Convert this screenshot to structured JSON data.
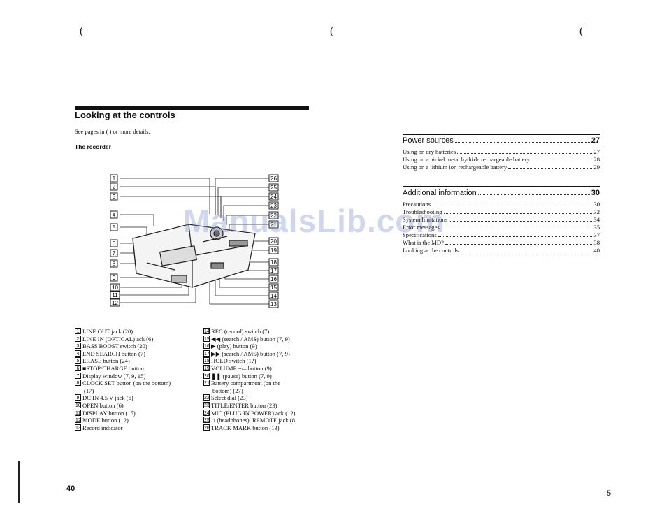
{
  "left_page": {
    "heading": "Looking at the controls",
    "intro": "See pages in ( ) or more details.",
    "subheading": "The recorder",
    "left_callouts": [
      "1",
      "2",
      "3",
      "4",
      "5",
      "6",
      "7",
      "8",
      "9",
      "10",
      "11",
      "12"
    ],
    "right_callouts": [
      "26",
      "25",
      "24",
      "23",
      "22",
      "21",
      "20",
      "19",
      "18",
      "17",
      "16",
      "15",
      "14",
      "13"
    ],
    "legend_col1": [
      {
        "n": "1",
        "text": "LINE OUT jack (20)"
      },
      {
        "n": "2",
        "text": "LINE IN (OPTICAL) ack (6)"
      },
      {
        "n": "3",
        "text": "BASS BOOST switch (20)"
      },
      {
        "n": "4",
        "text": "END SEARCH button (7)"
      },
      {
        "n": "5",
        "text": "ERASE button (24)"
      },
      {
        "n": "6",
        "text": "■STOP/CHARGE button"
      },
      {
        "n": "7",
        "text": "Display window (7, 9, 15)"
      },
      {
        "n": "8",
        "text": "CLOCK SET button (on the bottom)"
      },
      {
        "n": "",
        "text": "(17)"
      },
      {
        "n": "9",
        "text": "DC IN 4.5 V jack (6)"
      },
      {
        "n": "10",
        "text": "OPEN button (6)"
      },
      {
        "n": "11",
        "text": "DISPLAY button (15)"
      },
      {
        "n": "12",
        "text": "MODE button (12)"
      },
      {
        "n": "13",
        "text": "Record indicator"
      }
    ],
    "legend_col2": [
      {
        "n": "14",
        "text": "REC (record) switch (7)"
      },
      {
        "n": "15",
        "text": "◀◀ (search / AMS) button (7, 9)"
      },
      {
        "n": "16",
        "text": "▶ (play) button (9)"
      },
      {
        "n": "17",
        "text": "▶▶ (search / AMS) button (7, 9)"
      },
      {
        "n": "18",
        "text": "HOLD switch (1?)"
      },
      {
        "n": "19",
        "text": "VOLUME +/– button (9)"
      },
      {
        "n": "20",
        "text": "❚❚ (pause) button (7, 9)"
      },
      {
        "n": "21",
        "text": "Battery compartment (on the"
      },
      {
        "n": "",
        "text": "bottom) (27)"
      },
      {
        "n": "22",
        "text": "Select dial (23)"
      },
      {
        "n": "23",
        "text": "TITLE/ENTER button (23)"
      },
      {
        "n": "24",
        "text": "MIC (PLUG IN POWER) ack (12)"
      },
      {
        "n": "25",
        "text": "∩ (headphones), REMOTE jack (8"
      },
      {
        "n": "26",
        "text": "TRACK MARK button (13)"
      }
    ],
    "page_number": "40"
  },
  "right_page": {
    "sections": [
      {
        "title": "Power sources",
        "page": "27",
        "rows": [
          {
            "text": "Using on dry batteries",
            "page": "27"
          },
          {
            "text": "Using on a nickel metal hydride rechargeable battery",
            "page": "28"
          },
          {
            "text": "Using on a lithium ion rechargeable battery",
            "page": "29"
          }
        ]
      },
      {
        "title": "Additional information",
        "page": "30",
        "rows": [
          {
            "text": "Precautions",
            "page": "30"
          },
          {
            "text": "Troubleshooting",
            "page": "32"
          },
          {
            "text": "System limitations",
            "page": "34"
          },
          {
            "text": "Error messages",
            "page": "35"
          },
          {
            "text": "Specifications",
            "page": "37"
          },
          {
            "text": "What is the MD?",
            "page": "38"
          },
          {
            "text": "Looking at the controls",
            "page": "40"
          }
        ]
      }
    ],
    "page_number": "5"
  },
  "watermark": "ManualsLib.com"
}
